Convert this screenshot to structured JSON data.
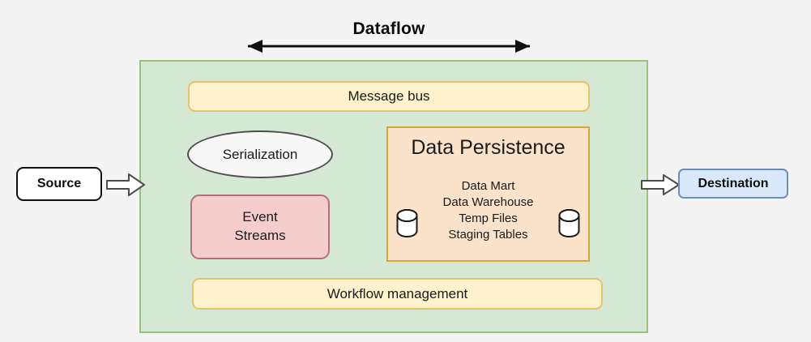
{
  "diagram": {
    "title": "Dataflow",
    "background_color": "#f4f4f4",
    "platform": {
      "name": "data platform",
      "fill": "#d5e8d4",
      "stroke": "#9ac27f"
    },
    "flow_arrow": {
      "name": "dataflow-double-arrow",
      "direction": "bidirectional",
      "color": "#111111"
    },
    "message_bus": {
      "label": "Message bus",
      "fill": "#fff2cc",
      "stroke": "#e8c26a"
    },
    "serialization": {
      "label": "Serialization",
      "fill": "#f7f7f7",
      "stroke": "#4d4d4d"
    },
    "event_streams": {
      "line1": "Event",
      "line2": "Streams",
      "fill": "#f5cdcd",
      "stroke": "#b07474"
    },
    "data_persistence": {
      "title": "Data Persistence",
      "items": [
        "Data Mart",
        "Data Warehouse",
        "Temp Files",
        "Staging Tables"
      ],
      "fill": "#fbe2ca",
      "stroke": "#d6a53c",
      "icon_left": "database-cylinder-icon",
      "icon_right": "database-cylinder-icon"
    },
    "workflow_management": {
      "label": "Workflow management",
      "fill": "#fff2cc",
      "stroke": "#e8c26a"
    },
    "source": {
      "label": "Source",
      "fill": "#ffffff",
      "stroke": "#111111"
    },
    "destination": {
      "label": "Destination",
      "fill": "#dae8fc",
      "stroke": "#6c8ebf"
    },
    "inbound_arrow": {
      "name": "source-to-platform-arrow",
      "fill": "#ffffff",
      "stroke": "#4d4d4d"
    },
    "outbound_arrow": {
      "name": "platform-to-destination-arrow",
      "fill": "#ffffff",
      "stroke": "#4d4d4d"
    }
  }
}
